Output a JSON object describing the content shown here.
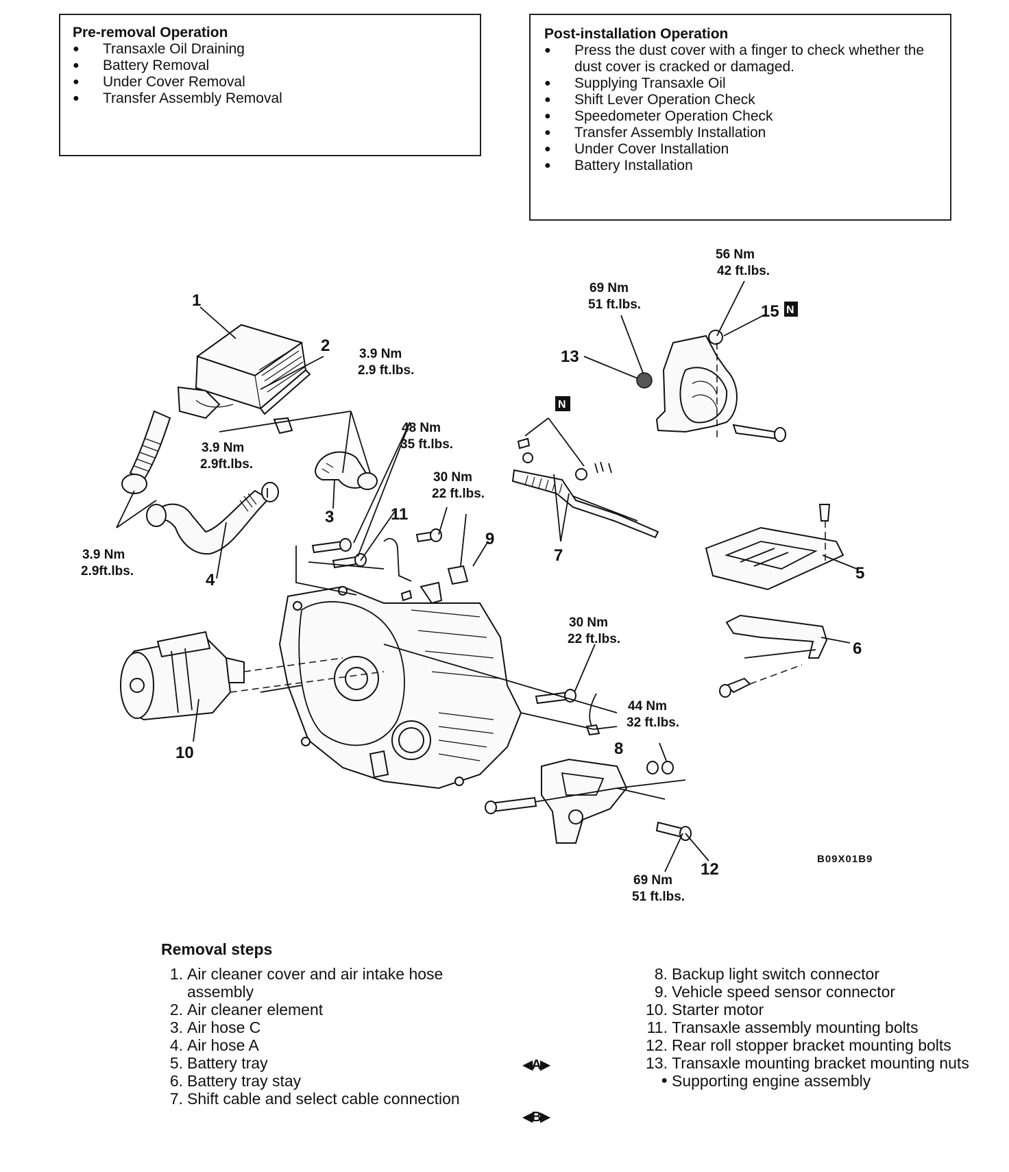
{
  "pre_removal": {
    "title": "Pre-removal Operation",
    "items": [
      "Transaxle Oil Draining",
      "Battery Removal",
      "Under Cover Removal",
      "Transfer Assembly Removal"
    ]
  },
  "post_installation": {
    "title": "Post-installation Operation",
    "items": [
      "Press the dust cover with a finger to check whether the dust cover is cracked or damaged.",
      "Supplying Transaxle Oil",
      "Shift Lever Operation Check",
      "Speedometer Operation Check",
      "Transfer Assembly Installation",
      "Under Cover Installation",
      "Battery Installation"
    ]
  },
  "diagram": {
    "torque": {
      "t56": {
        "nm": "56 Nm",
        "ft": "42 ft.lbs."
      },
      "t69a": {
        "nm": "69 Nm",
        "ft": "51 ft.lbs."
      },
      "t39a": {
        "nm": "3.9 Nm",
        "ft": "2.9 ft.lbs."
      },
      "t39b": {
        "nm": "3.9 Nm",
        "ft": "2.9ft.lbs."
      },
      "t39c": {
        "nm": "3.9 Nm",
        "ft": "2.9ft.lbs."
      },
      "t48": {
        "nm": "48 Nm",
        "ft": "35 ft.lbs."
      },
      "t30a": {
        "nm": "30 Nm",
        "ft": "22 ft.lbs."
      },
      "t30b": {
        "nm": "30 Nm",
        "ft": "22 ft.lbs."
      },
      "t44": {
        "nm": "44 Nm",
        "ft": "32 ft.lbs."
      },
      "t69b": {
        "nm": "69 Nm",
        "ft": "51 ft.lbs."
      }
    },
    "numbers": {
      "n1": "1",
      "n2": "2",
      "n3": "3",
      "n4": "4",
      "n5": "5",
      "n6": "6",
      "n7": "7",
      "n8": "8",
      "n9": "9",
      "n10": "10",
      "n11": "11",
      "n12": "12",
      "n13": "13",
      "n15": "15"
    },
    "n_badge": "N",
    "figure_code": "B09X01B9"
  },
  "removal_steps": {
    "title": "Removal steps",
    "left": [
      {
        "n": "1.",
        "t": "Air cleaner cover and air intake hose assembly"
      },
      {
        "n": "2.",
        "t": "Air cleaner element"
      },
      {
        "n": "3.",
        "t": "Air hose C"
      },
      {
        "n": "4.",
        "t": "Air hose A"
      },
      {
        "n": "5.",
        "t": "Battery tray"
      },
      {
        "n": "6.",
        "t": "Battery tray stay"
      },
      {
        "n": "7.",
        "t": "Shift cable and select cable connection"
      }
    ],
    "right": [
      {
        "n": "8.",
        "t": "Backup light switch connector"
      },
      {
        "n": "9.",
        "t": "Vehicle speed sensor connector"
      },
      {
        "n": "10.",
        "t": "Starter motor"
      },
      {
        "n": "11.",
        "t": "Transaxle assembly mounting bolts"
      },
      {
        "n": "12.",
        "t": "Rear roll stopper bracket mounting bolts"
      },
      {
        "n": "13.",
        "t": "Transaxle mounting bracket mounting nuts"
      },
      {
        "n": "●",
        "t": "Supporting engine assembly"
      }
    ],
    "markers": {
      "a": "A",
      "b": "B"
    }
  }
}
